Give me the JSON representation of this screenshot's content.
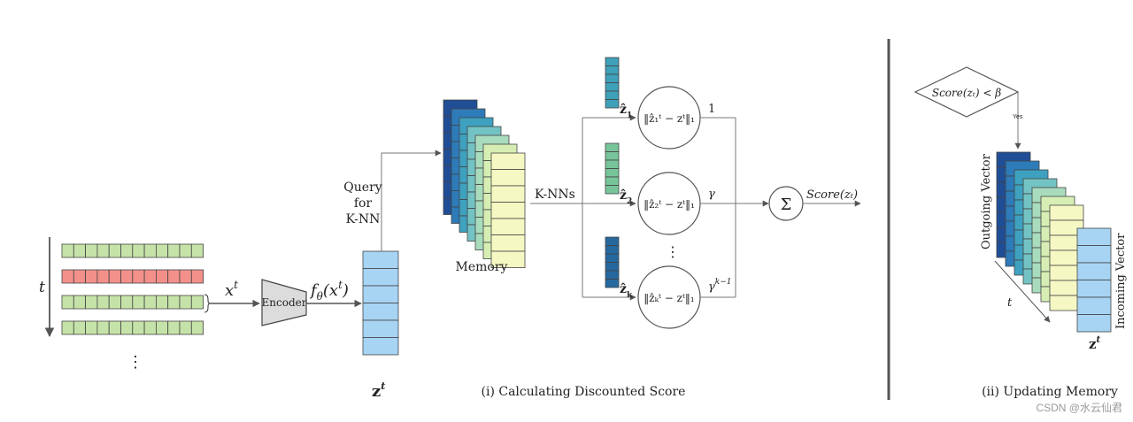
{
  "labels": {
    "t_axis": "t",
    "x_in": "x",
    "x_in_sup": "t",
    "encoder": "Encoder",
    "f_theta": "f",
    "f_theta_sub": "θ",
    "f_theta_arg": "(x",
    "f_theta_arg_sup": "t",
    "f_theta_close": ")",
    "z_label": "z",
    "z_label_sup": "t",
    "query_line1": "Query",
    "query_line2": "for",
    "query_line3": "K-NN",
    "memory": "Memory",
    "knns": "K-NNs",
    "dots_vertical": "⋮",
    "z_hat_1": "ẑ",
    "z_hat_1_sub": "1",
    "z_hat_2": "ẑ",
    "z_hat_2_sub": "2",
    "z_hat_k": "ẑ",
    "z_hat_k_sub": "k",
    "z_hat_sup": "t",
    "norm_1": "‖ẑ₁ᵗ − zᵗ‖₁",
    "norm_2": "‖ẑ₂ᵗ − zᵗ‖₁",
    "norm_k": "‖ẑₖᵗ − zᵗ‖₁",
    "weight_1": "1",
    "weight_2": "γ",
    "weight_k": "γ",
    "weight_k_sup": "k−1",
    "sum_symbol": "Σ",
    "score_out": "Score(zₜ)",
    "caption_left": "(i) Calculating Discounted Score",
    "diamond_text": "Score(zₜ) < β",
    "yes": "Yes",
    "outgoing": "Outgoing Vector",
    "incoming": "Incoming Vector",
    "t_diag": "t",
    "z_right": "z",
    "z_right_sup": "t",
    "caption_right": "(ii) Updating Memory",
    "watermark": "CSDN @水云仙君"
  },
  "colors": {
    "row_green": "#c5e3a8",
    "row_red": "#f3908a",
    "encoder_fill": "#dcdcdc",
    "vector_blue": "#a7d4f3",
    "memory_layers": [
      "#1f4e96",
      "#2d7bb8",
      "#3ea1bf",
      "#74c3c4",
      "#a9dbbd",
      "#d6eeb4",
      "#f6f8c4"
    ],
    "nn1_vector": "#3fa0b9",
    "nn2_vector": "#78c49a",
    "nnk_vector": "#25699f",
    "line": "#666666",
    "divider": "#555555"
  }
}
